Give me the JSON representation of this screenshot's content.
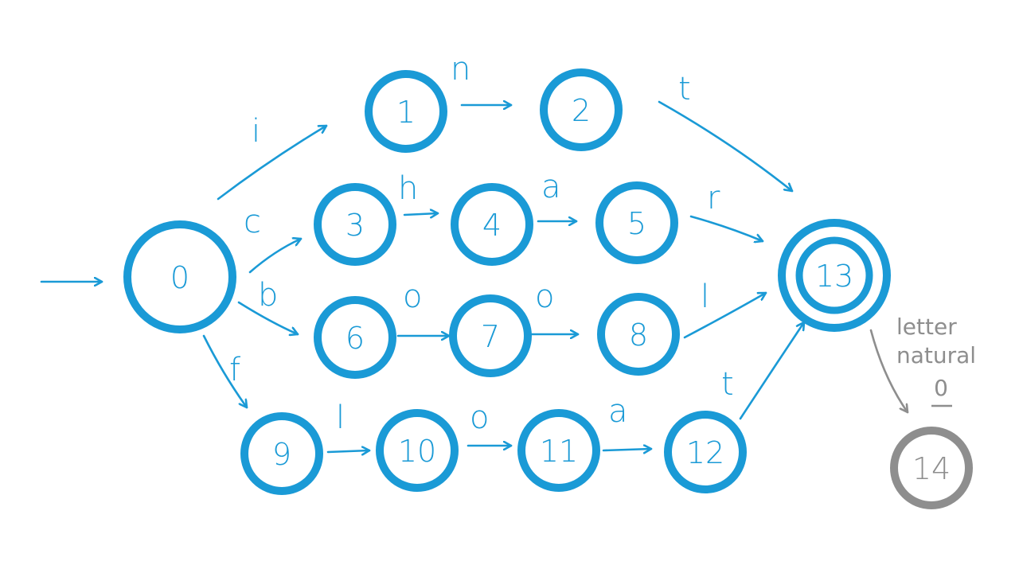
{
  "diagram": {
    "colors": {
      "main": "#1a9ad6",
      "dead": "#8e8e8e"
    },
    "nodes": {
      "n0": "0",
      "n1": "1",
      "n2": "2",
      "n3": "3",
      "n4": "4",
      "n5": "5",
      "n6": "6",
      "n7": "7",
      "n8": "8",
      "n9": "9",
      "n10": "10",
      "n11": "11",
      "n12": "12",
      "n13": "13",
      "n14": "14"
    },
    "edges": {
      "e0_1": "i",
      "e1_2": "n",
      "e2_13": "t",
      "e0_3": "c",
      "e3_4": "h",
      "e4_5": "a",
      "e5_13": "r",
      "e0_6": "b",
      "e6_7": "o",
      "e7_8": "o",
      "e8_13": "l",
      "e0_9": "f",
      "e9_10": "l",
      "e10_11": "o",
      "e11_12": "a",
      "e12_13": "t"
    },
    "dead_transition": {
      "line1": "letter",
      "line2": "natural",
      "line3": "0"
    }
  }
}
